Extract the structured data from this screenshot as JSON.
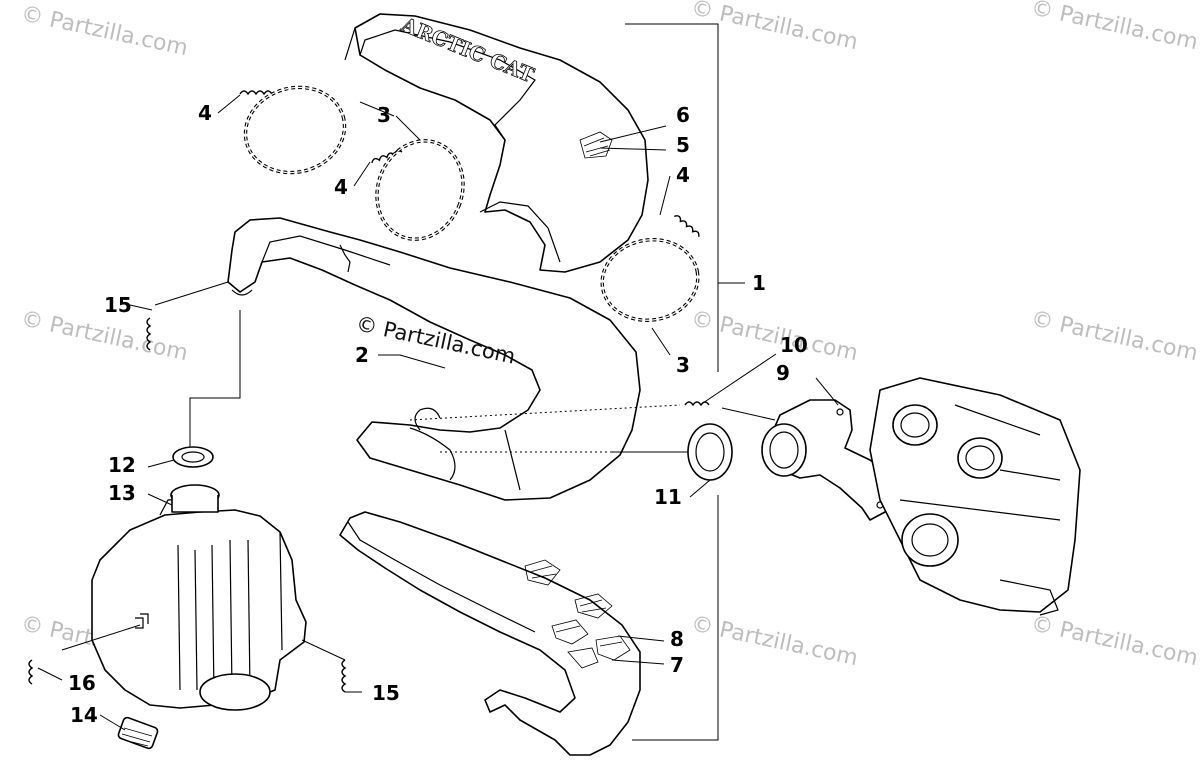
{
  "watermarks": [
    "© Partzilla.com",
    "© Partzilla.com",
    "© Partzilla.com",
    "© Partzilla.com",
    "© Partzilla.com",
    "© Partzilla.com",
    "© Partzilla.com",
    "© Partzilla.com",
    "© Partzilla.com"
  ],
  "center_watermark": "© Partzilla.com",
  "silencer_cover_lettering": "ARCTIC CAT",
  "callouts": {
    "c1": "1",
    "c2": "2",
    "c3a": "3",
    "c3b": "3",
    "c4a": "4",
    "c4b": "4",
    "c4c": "4",
    "c5": "5",
    "c6": "6",
    "c7": "7",
    "c8": "8",
    "c9": "9",
    "c10": "10",
    "c11": "11",
    "c12": "12",
    "c13": "13",
    "c14": "14",
    "c15a": "15",
    "c15b": "15",
    "c16": "16"
  }
}
